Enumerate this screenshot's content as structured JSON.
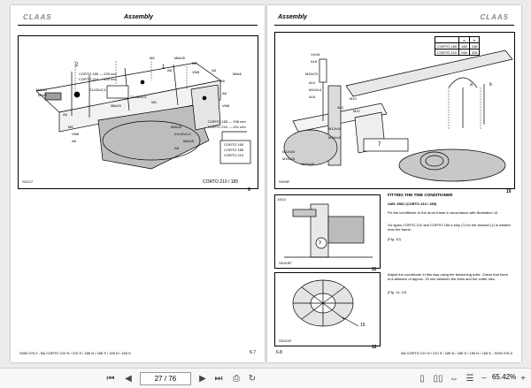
{
  "left_page": {
    "logo": "CLAAS",
    "header": "Assembly",
    "figure_caption": "CORTO 210 / 185",
    "figure_number": "9",
    "figure_code": "SG117",
    "callouts": [
      "2",
      "1",
      "M6",
      "M8x35",
      "M8",
      "A8",
      "VM8",
      "A8",
      "M8x8",
      "A8",
      "CORTO 185 — 225 mm",
      "CORTO 210 — 440 mm",
      "M8x25",
      "21x32x2,5",
      "21x32x2,5",
      "M6x8",
      "A8",
      "VM8",
      "M8",
      "M8x20",
      "A8",
      "CORTO 185 — 298 mm",
      "CORTO 210 — 221 mm",
      "CORTO 165",
      "CORTO 185",
      "CORTO 210",
      "M6",
      "VM8",
      "A8",
      "M8x25",
      "21x32x2,5",
      "M8x25",
      "A8"
    ],
    "footer_left": "S094 076.0 - BA CORTO 210 N / 210 S / 186 N / 185 S / 165 N / 165 S",
    "page_number": "6.7"
  },
  "right_page": {
    "logo": "CLAAS",
    "header": "Assembly",
    "spec_table": {
      "header": [
        "",
        "a",
        "b"
      ],
      "rows": [
        [
          "CORTO 185",
          "188",
          "248"
        ],
        [
          "CORTO 210",
          "268",
          "328"
        ]
      ]
    },
    "fig10_callouts": [
      "Vm16",
      "A16",
      "M16x70",
      "A10",
      "M10x14",
      "A16",
      "M10",
      "A12",
      "M12",
      "M12x16",
      "M16x16",
      "M12x20",
      "M16x16",
      "M16x20",
      "7",
      "a",
      "b"
    ],
    "fig10_code": "SH93F",
    "fig10_number": "10",
    "section_title": "FITTING THE TINE CONDITIONER",
    "section_subtitle": "VAR. 6561 (CORTO 210 / 185)",
    "para1": "Fix the conditioner to the drum frame in accordance with illustration 10.",
    "para2": "On types CORTO 210 and CORTO 185 a stop (7) for the bracket (1) is welded onto the frame.",
    "para3": "(Fig. 10)",
    "para4": "Adjust the conditioner in this way using the tensioning bolts. Check that there is a distance of approx. 15 mm between the tines and the cutter disc.",
    "para5": "(Fig. 11, 12)",
    "fig11_code": "SD419F",
    "fig11_number": "11",
    "fig11_tag": "1SG1",
    "fig11_callouts": [
      "3"
    ],
    "fig12_code": "SD421F",
    "fig12_number": "12",
    "fig12_callout": "15",
    "footer_right": "BA CORTO 210 N / 210 S / 185 N / 185 S / 165 N / 165 S - S094 076.0",
    "page_number": "6.8"
  },
  "toolbar": {
    "current_page": "27",
    "page_separator": "/",
    "total_pages": "76",
    "zoom": "65.42%",
    "icons": [
      "first-page-icon",
      "previous-page-icon",
      "next-page-icon",
      "last-page-icon",
      "print-icon",
      "rotate-icon",
      "single-page-icon",
      "two-page-icon",
      "fit-width-icon",
      "continuous-scroll-icon",
      "zoom-out-icon",
      "zoom-in-icon"
    ]
  }
}
